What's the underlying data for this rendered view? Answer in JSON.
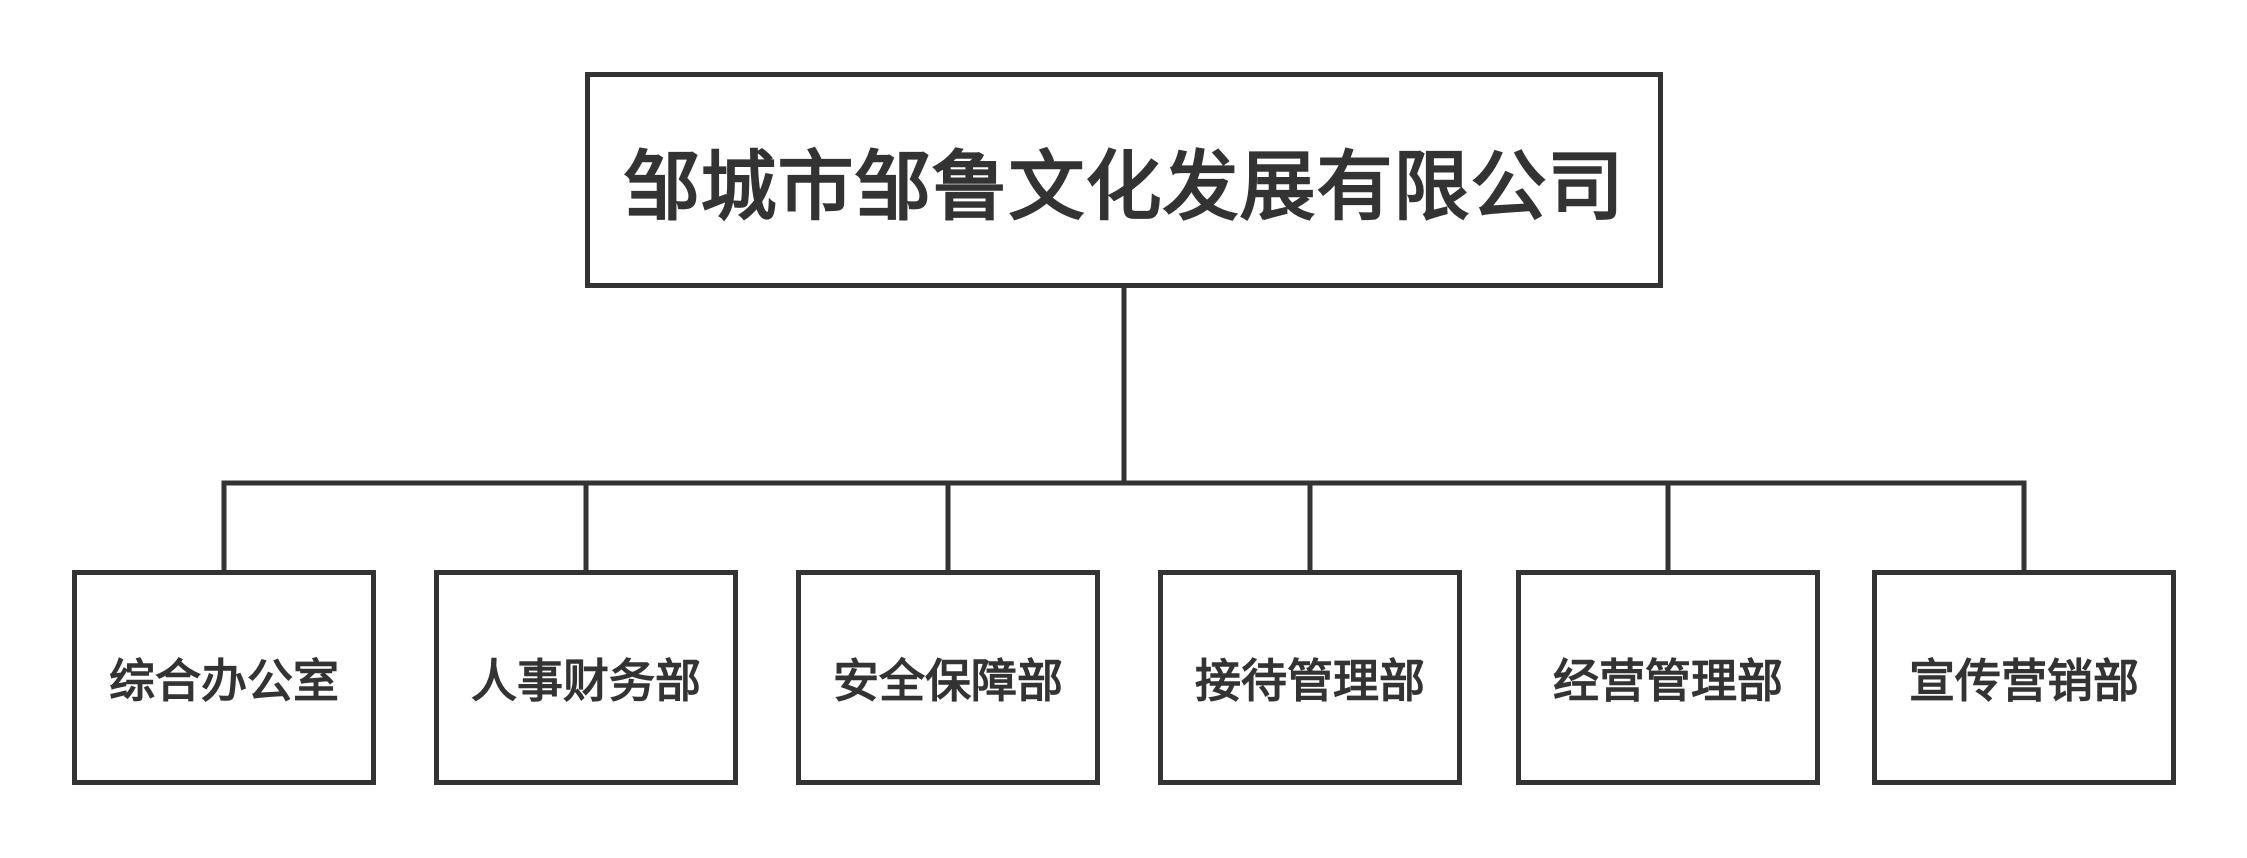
{
  "org_chart": {
    "root": {
      "label": "邹城市邹鲁文化发展有限公司"
    },
    "departments": [
      {
        "label": "综合办公室"
      },
      {
        "label": "人事财务部"
      },
      {
        "label": "安全保障部"
      },
      {
        "label": "接待管理部"
      },
      {
        "label": "经营管理部"
      },
      {
        "label": "宣传营销部"
      }
    ],
    "line_color": "#333333",
    "text_color": "#333333"
  }
}
